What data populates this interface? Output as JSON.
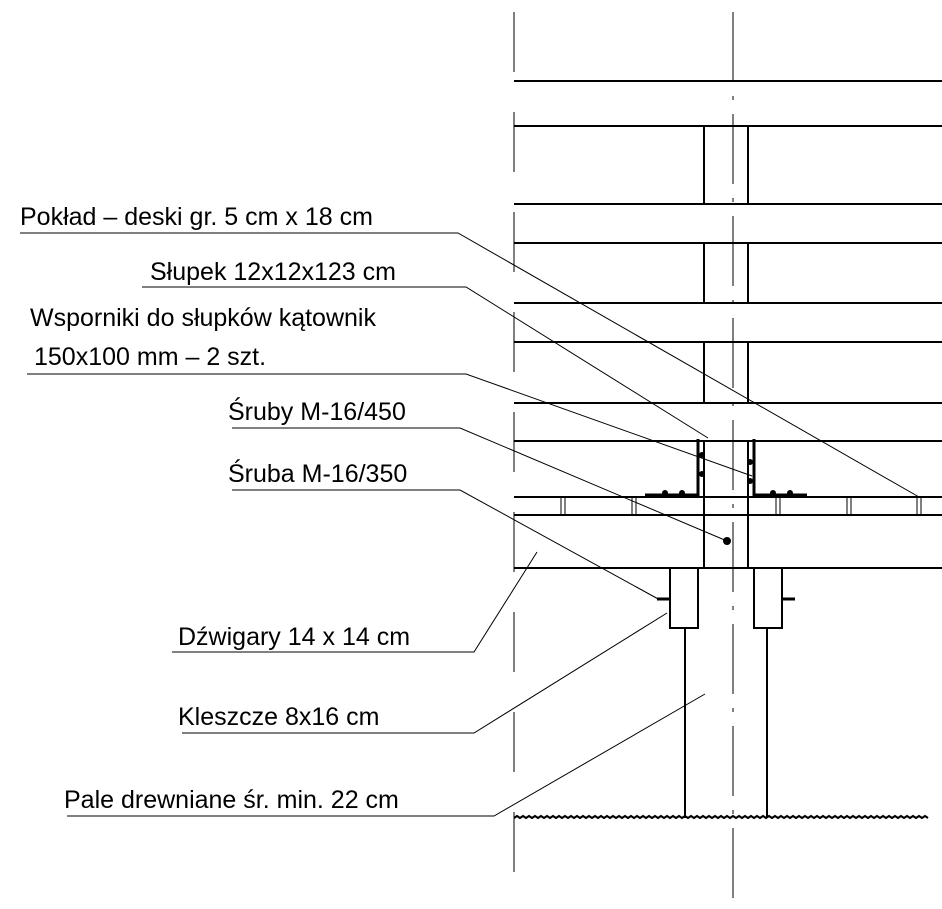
{
  "labels": {
    "deck": "Pokład – deski gr. 5 cm x 18 cm",
    "post": "Słupek 12x12x123 cm",
    "brackets_line1": "Wsporniki do słupków kątownik",
    "brackets_line2": "150x100 mm – 2 szt.",
    "bolts_450": "Śruby M-16/450",
    "bolt_350": "Śruba M-16/350",
    "girders": "Dźwigary 14 x 14 cm",
    "clamps": "Kleszcze 8x16 cm",
    "piles": "Pale drewniane śr. min. 22 cm"
  }
}
